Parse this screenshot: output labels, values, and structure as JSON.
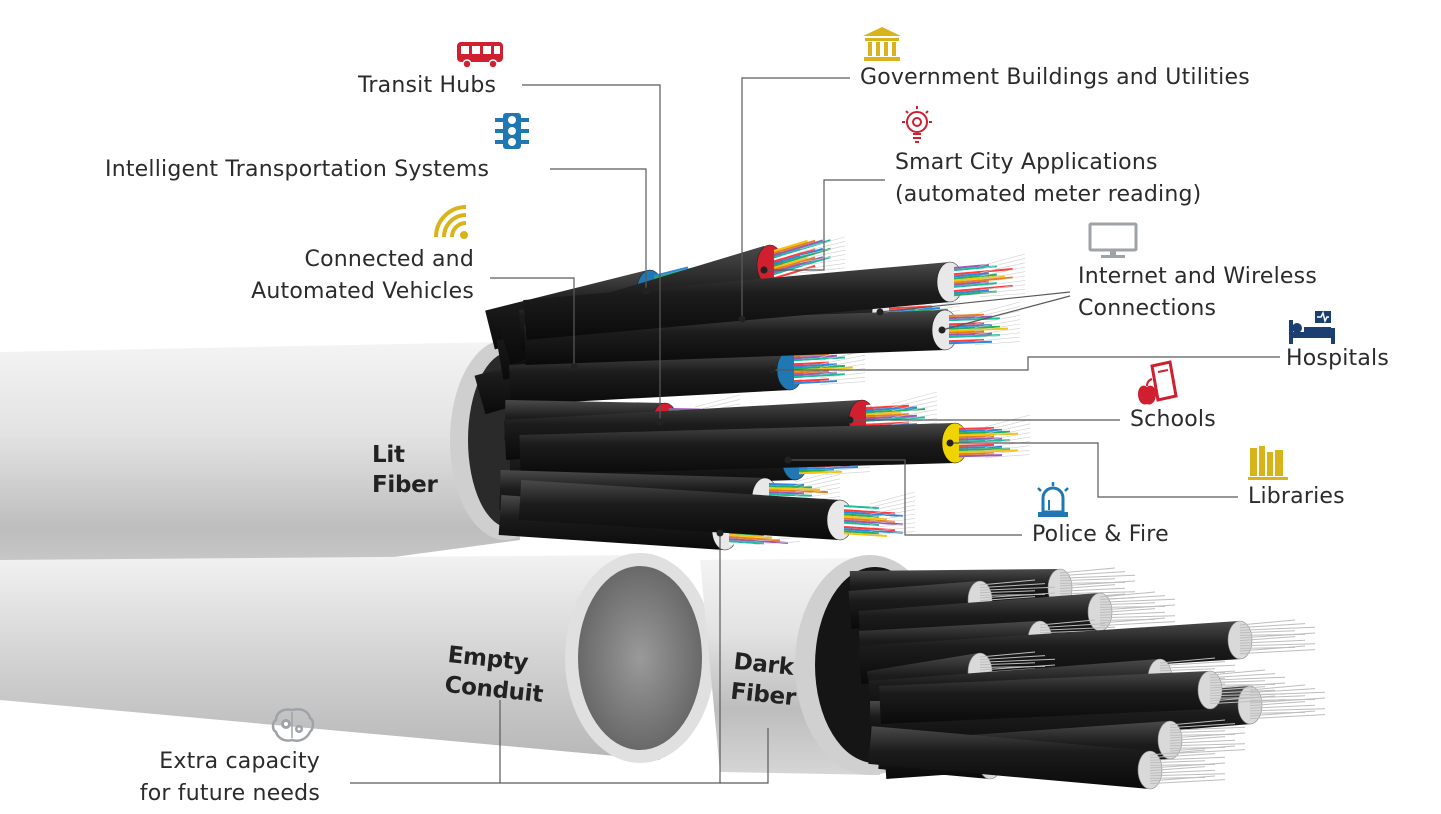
{
  "colors": {
    "red": "#d01f2f",
    "blue": "#1f77b4",
    "yellow": "#f0d400",
    "gold": "#d8b31a",
    "navy": "#1c3f73",
    "gray": "#9ea3a8",
    "cable": "#1a1a1a",
    "conduit": "#d8d8d8",
    "leader": "#5a5a5a"
  },
  "labels": {
    "transit_hubs": "Transit Hubs",
    "its": "Intelligent Transportation Systems",
    "cav_1": "Connected and",
    "cav_2": "Automated Vehicles",
    "government": "Government Buildings and Utilities",
    "smart_city_1": "Smart City Applications",
    "smart_city_2": "(automated meter reading)",
    "internet_1": "Internet and Wireless",
    "internet_2": "Connections",
    "hospitals": "Hospitals",
    "schools": "Schools",
    "libraries": "Libraries",
    "police_fire": "Police & Fire",
    "extra_1": "Extra capacity",
    "extra_2": "for future needs"
  },
  "pipes": {
    "lit_1": "Lit",
    "lit_2": "Fiber",
    "empty_1": "Empty",
    "empty_2": "Conduit",
    "dark_1": "Dark",
    "dark_2": "Fiber"
  },
  "icons": {
    "transit_hubs": "bus-icon",
    "its": "traffic-light-icon",
    "cav": "wifi-signal-icon",
    "government": "government-building-icon",
    "smart_city": "lightbulb-gear-icon",
    "internet": "monitor-icon",
    "hospitals": "hospital-bed-icon",
    "schools": "school-apple-icon",
    "libraries": "books-icon",
    "police_fire": "siren-icon",
    "extra": "brain-gears-icon"
  }
}
